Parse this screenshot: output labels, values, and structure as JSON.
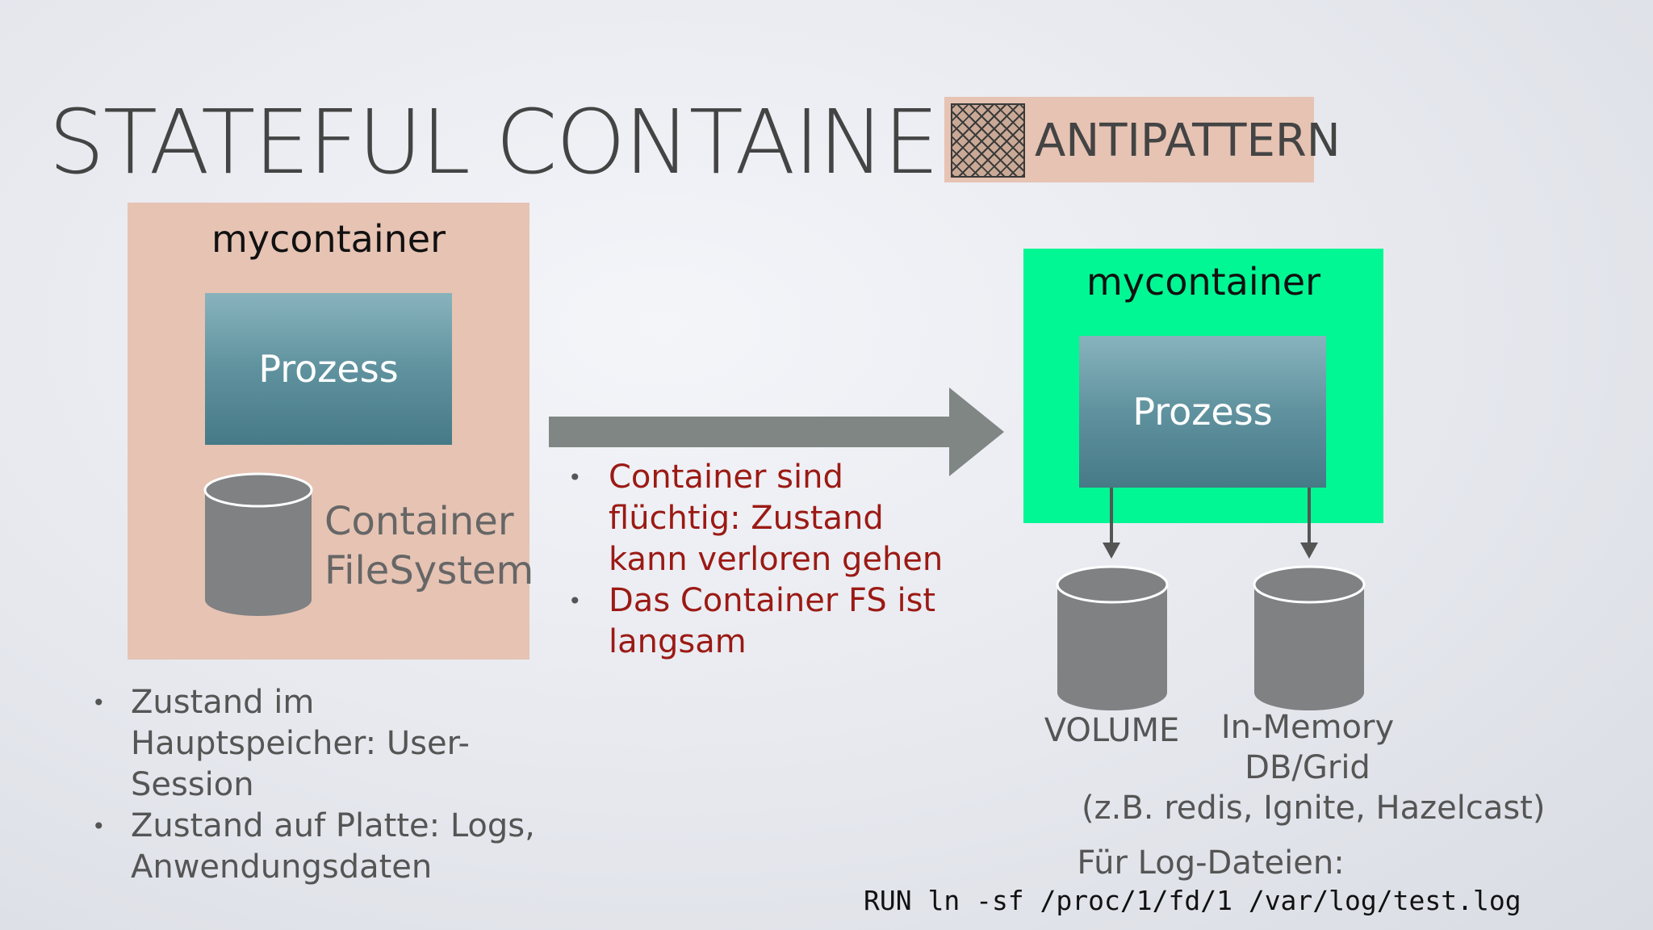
{
  "title": "STATEFUL CONTAINER",
  "badge": {
    "label": "ANTIPATTERN"
  },
  "left": {
    "container_title": "mycontainer",
    "process_label": "Prozess",
    "filesystem_label_line1": "Container",
    "filesystem_label_line2": "FileSystem",
    "notes": [
      "Zustand im Hauptspeicher: User-Session",
      "Zustand auf Platte: Logs, Anwendungsdaten"
    ]
  },
  "middle": {
    "notes": [
      "Container sind flüchtig: Zustand kann verloren gehen",
      "Das Container FS ist langsam"
    ]
  },
  "right": {
    "container_title": "mycontainer",
    "process_label": "Prozess",
    "volume_label": "VOLUME",
    "inmemory_line1": "In-Memory",
    "inmemory_line2": "DB/Grid",
    "examples": "(z.B. redis, Ignite, Hazelcast)",
    "log_heading": "Für Log-Dateien:",
    "log_command": "RUN ln -sf /proc/1/fd/1 /var/log/test.log"
  },
  "colors": {
    "antipattern_bg": "#e6c3b3",
    "good_container_bg": "#00f793",
    "warning_text": "#9b1a14",
    "cylinder": "#7f8183",
    "arrow": "#7f8684"
  },
  "icons": [
    "pattern-swatch-icon",
    "cylinder-icon",
    "arrow-right-icon",
    "arrow-down-icon"
  ]
}
